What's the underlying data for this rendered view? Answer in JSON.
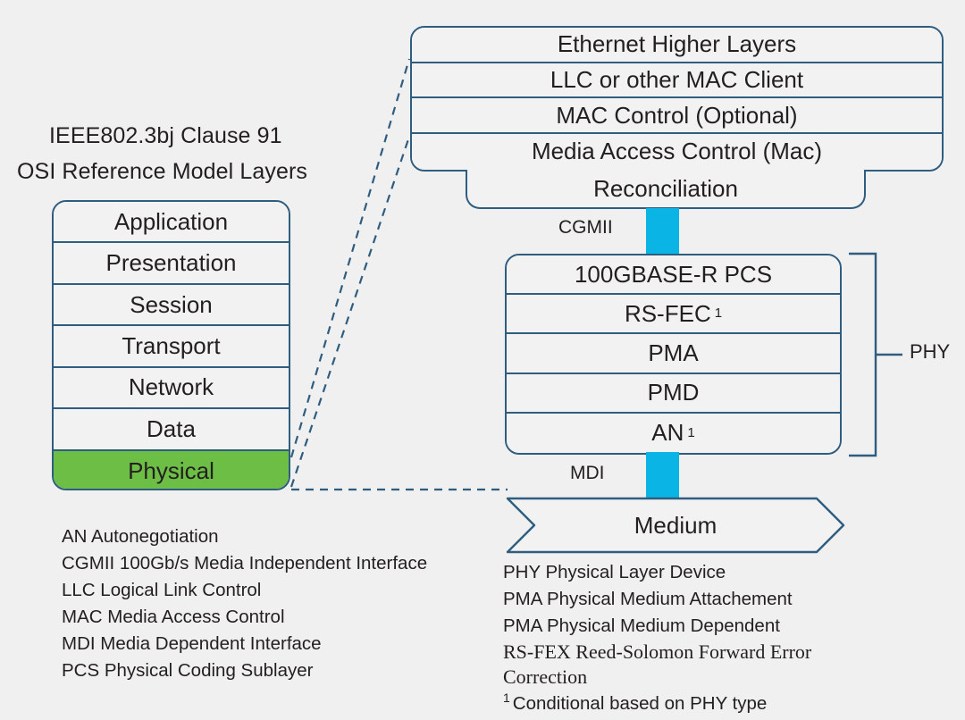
{
  "headings": {
    "line1": "IEEE802.3bj Clause 91",
    "line2": "OSI Reference Model Layers"
  },
  "osi_stack": {
    "name": "OSI Reference Model Layers",
    "layers": [
      {
        "label": "Application",
        "highlight": false
      },
      {
        "label": "Presentation",
        "highlight": false
      },
      {
        "label": "Session",
        "highlight": false
      },
      {
        "label": "Transport",
        "highlight": false
      },
      {
        "label": "Network",
        "highlight": false
      },
      {
        "label": "Data",
        "highlight": false
      },
      {
        "label": "Physical",
        "highlight": true
      }
    ],
    "highlight_color": "#6dbe45"
  },
  "upper_stack": {
    "layers": [
      {
        "label": "Ethernet Higher Layers"
      },
      {
        "label": "LLC or other MAC Client"
      },
      {
        "label": "MAC Control (Optional)"
      },
      {
        "label": "Media Access Control (Mac)"
      }
    ]
  },
  "reconciliation": {
    "label": "Reconciliation"
  },
  "interfaces": {
    "cgmii": "CGMII",
    "mdi": "MDI",
    "connector_color": "#0ab4e4"
  },
  "phy_stack": {
    "bracket_label": "PHY",
    "layers": [
      {
        "label": "100GBASE-R PCS",
        "conditional": false
      },
      {
        "label": "RS-FEC",
        "conditional": true,
        "marker": "1"
      },
      {
        "label": "PMA",
        "conditional": false
      },
      {
        "label": "PMD",
        "conditional": false
      },
      {
        "label": "AN",
        "conditional": true,
        "marker": "1"
      }
    ]
  },
  "medium": {
    "label": "Medium"
  },
  "legend_left": {
    "lines": [
      "AN Autonegotiation",
      "CGMII 100Gb/s Media Independent Interface",
      "LLC Logical Link Control",
      "MAC Media Access Control",
      "MDI Media Dependent Interface",
      "PCS Physical Coding Sublayer"
    ]
  },
  "legend_right": {
    "lines": [
      "PHY Physical Layer Device",
      "PMA Physical Medium Attachement",
      "PMA Physical Medium Dependent"
    ],
    "serif_line": "RS-FEX Reed-Solomon Forward Error Correction",
    "footnote_marker": "1",
    "footnote_text": "Conditional based on PHY type"
  },
  "colors": {
    "background": "#f0f0f0",
    "stroke": "#2f5d80",
    "box_fill": "#f2f2f2",
    "highlight_green": "#6dbe45",
    "connector_cyan": "#0ab4e4",
    "text": "#231f20"
  }
}
